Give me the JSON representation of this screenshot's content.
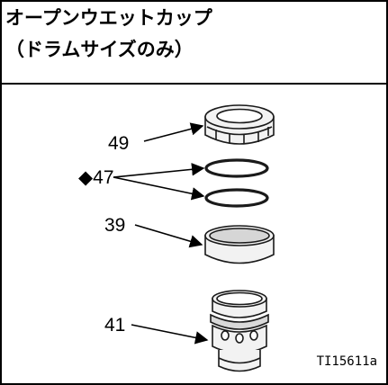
{
  "title": {
    "line1": "オープンウエットカップ",
    "line2": "（ドラムサイズのみ）"
  },
  "callouts": [
    {
      "id": "49",
      "label": "49"
    },
    {
      "id": "47",
      "label": "◆47"
    },
    {
      "id": "39",
      "label": "39"
    },
    {
      "id": "41",
      "label": "41"
    }
  ],
  "figure_code": "TI15611a",
  "colors": {
    "border": "#000000",
    "part_fill": "#f2f2f2",
    "part_stroke": "#1a1a1a",
    "part_shade": "#bdbdbd"
  }
}
